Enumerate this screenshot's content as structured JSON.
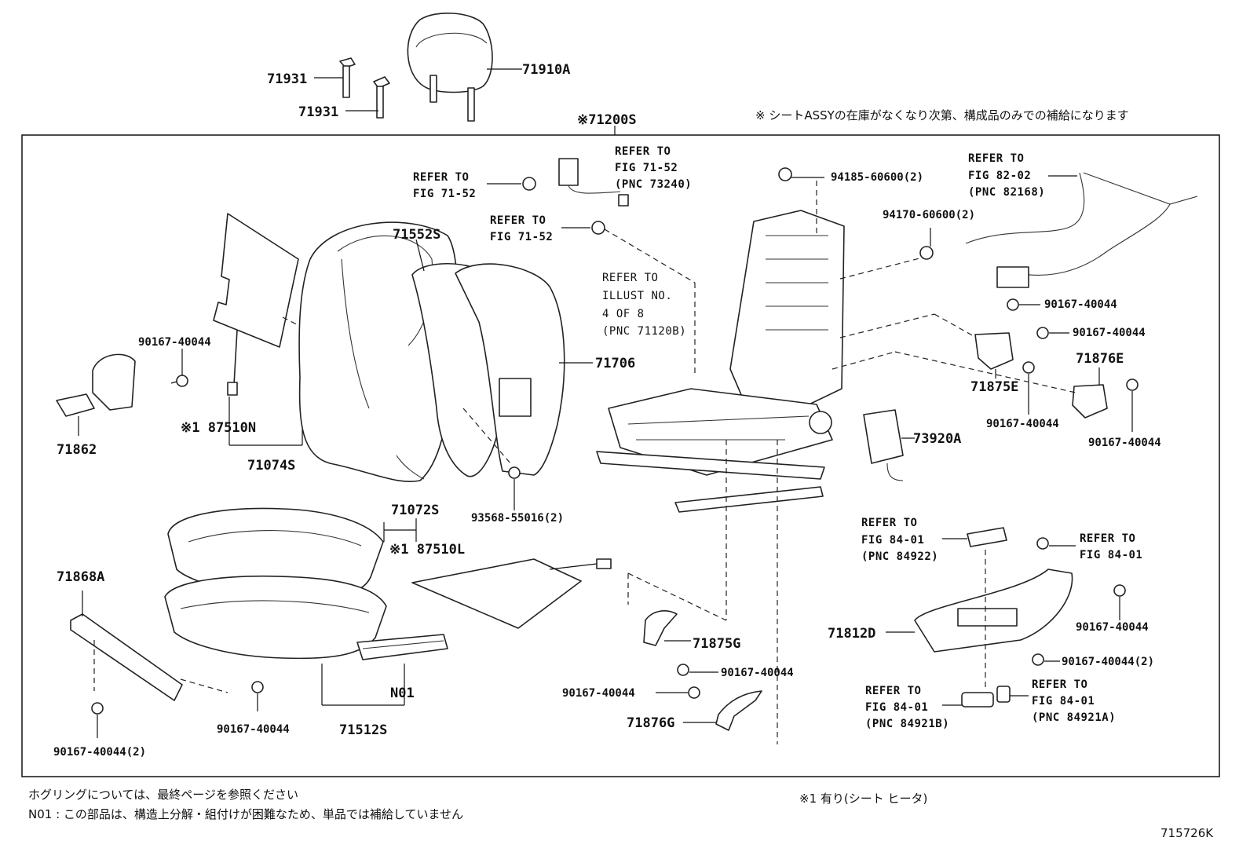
{
  "labels": {
    "p71931a": "71931",
    "p71931b": "71931",
    "p71910a": "71910A",
    "p71200s": "※71200S",
    "notice": "※ シートASSYの在庫がなくなり次第、構成品のみでの補給になります",
    "p71552s": "71552S",
    "p71706": "71706",
    "p71074s": "71074S",
    "p87510n": "※1 87510N",
    "p71862": "71862",
    "b90167_left": "90167-40044",
    "p93568": "93568-55016(2)",
    "p94185": "94185-60600(2)",
    "p94170": "94170-60600(2)",
    "b90167_r1": "90167-40044",
    "b90167_r2": "90167-40044",
    "p71876e": "71876E",
    "p71875e": "71875E",
    "b90167_r3": "90167-40044",
    "b90167_r4": "90167-40044",
    "p73920a": "73920A",
    "p71072s": "71072S",
    "p87510l": "※1 87510L",
    "p71868a": "71868A",
    "b90167_bl1": "90167-40044",
    "b90167_bl2": "90167-40044(2)",
    "p71512s": "71512S",
    "n01": "N01",
    "p71875g": "71875G",
    "b90167_c1": "90167-40044",
    "b90167_c2": "90167-40044",
    "p71876g": "71876G",
    "p71812d": "71812D",
    "b90167_br1": "90167-40044",
    "b90167_br2": "90167-40044(2)",
    "code": "715726K"
  },
  "refs": {
    "ref_7152_top": [
      "REFER TO",
      "FIG 71-52",
      "(PNC 73240)"
    ],
    "ref_7152_left": [
      "REFER TO",
      "FIG 71-52"
    ],
    "ref_7152_mid": [
      "REFER TO",
      "FIG 71-52"
    ],
    "ref_8202": [
      "REFER TO",
      "FIG 82-02",
      "(PNC 82168)"
    ],
    "ref_illust": [
      "REFER TO",
      "ILLUST NO.",
      "4 OF 8",
      "(PNC 71120B)"
    ],
    "ref_8401_a": [
      "REFER TO",
      "FIG 84-01",
      "(PNC 84922)"
    ],
    "ref_8401_b": [
      "REFER TO",
      "FIG 84-01"
    ],
    "ref_8401_c": [
      "REFER TO",
      "FIG 84-01",
      "(PNC 84921B)"
    ],
    "ref_8401_d": [
      "REFER TO",
      "FIG 84-01",
      "(PNC 84921A)"
    ]
  },
  "footnotes": {
    "hog_ring": "ホグリングについては、最終ページを参照ください",
    "n01_note": "N01 : この部品は、構造上分解・組付けが困難なため、単品では補給していません",
    "heater_note": "※1  有り(シート  ヒータ)"
  }
}
